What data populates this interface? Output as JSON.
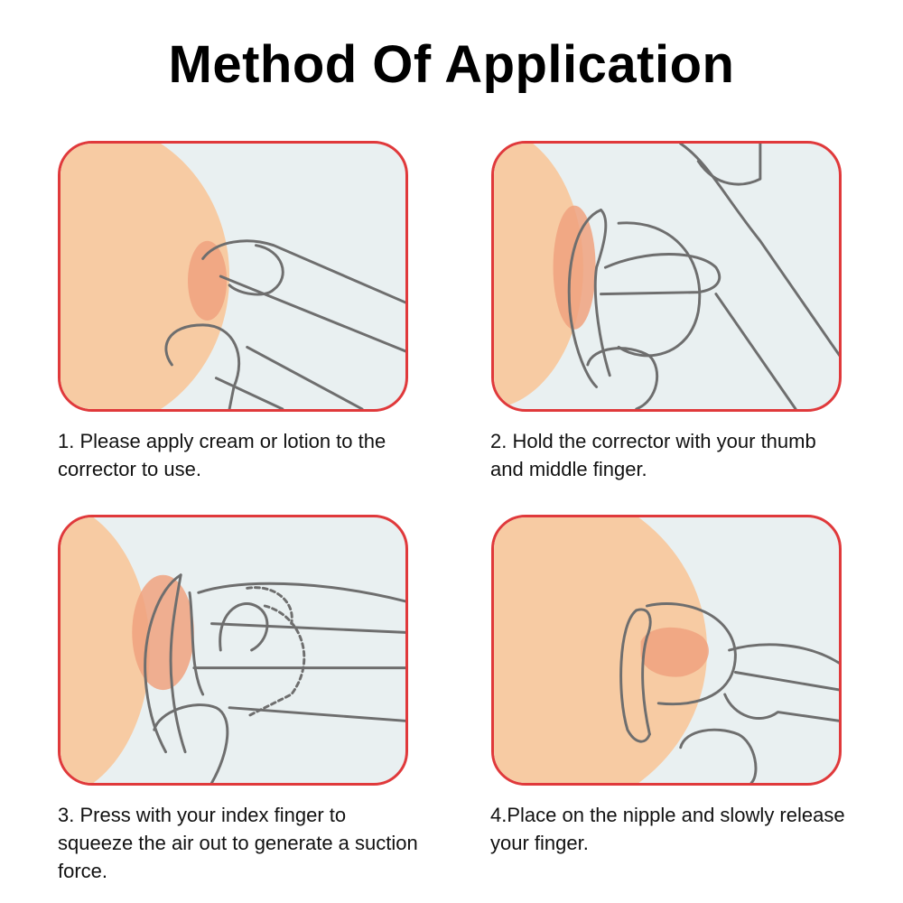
{
  "title": "Method Of Application",
  "steps": [
    {
      "text": "1. Please apply cream or lotion to the corrector to use."
    },
    {
      "text": "2. Hold the corrector with your thumb and middle finger."
    },
    {
      "text": "3. Press with your index finger to squeeze the air out to generate a suction force."
    },
    {
      "text": "4.Place on the nipple and slowly release your finger."
    }
  ],
  "colors": {
    "panel_border": "#e0393b",
    "panel_background": "#e9f0f1",
    "skin": "#f7cba3",
    "areola": "#f0a27f",
    "outline": "#6e6e6e"
  }
}
